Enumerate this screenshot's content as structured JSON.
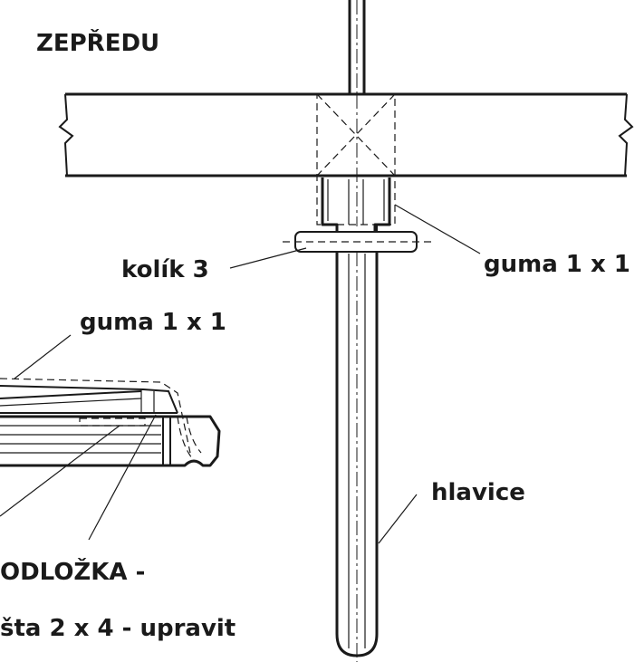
{
  "labels": {
    "view_title": "ZEPŘEDU",
    "pin": "kolík 3",
    "rubber_right": "guma 1 x 1",
    "rubber_left": "guma 1 x 1",
    "head": "hlavice",
    "pad": "ODLOŽKA -",
    "strip": "šta 2 x 4 - upravit"
  },
  "colors": {
    "ink": "#1a1a1a",
    "paper": "#ffffff"
  }
}
